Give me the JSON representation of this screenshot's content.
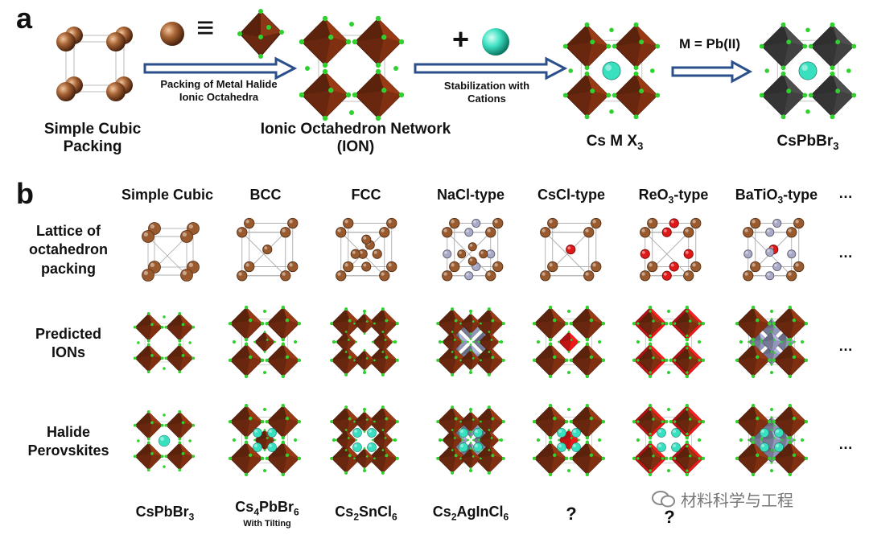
{
  "panel_a": {
    "letter": "a",
    "simple_cubic_label_line1": "Simple Cubic",
    "simple_cubic_label_line2": "Packing",
    "equals_sign": "≡",
    "arrow1_line1": "Packing of Metal Halide",
    "arrow1_line2": "Ionic Octahedra",
    "ion_label_line1": "Ionic Octahedron Network",
    "ion_label_line2": "(ION)",
    "plus_sign": "+",
    "arrow2_line1": "Stabilization with",
    "arrow2_line2": "Cations",
    "csmx3_prefix": "Cs M X",
    "csmx3_sub": "3",
    "arrow3_label": "M = Pb(II)",
    "cspbbr3_prefix": "CsPbBr",
    "cspbbr3_sub": "3"
  },
  "panel_b": {
    "letter": "b",
    "columns": [
      "Simple Cubic",
      "BCC",
      "FCC",
      "NaCl-type",
      "CsCl-type",
      "ReO",
      "BaTiO"
    ],
    "col_subs": {
      "reo3": "3",
      "batio3": "3",
      "reo3_suffix": "-type",
      "batio3_suffix": "-type"
    },
    "ellipsis": "…",
    "rows": [
      {
        "line1": "Lattice of",
        "line2": "octahedron",
        "line3": "packing"
      },
      {
        "line1": "Predicted",
        "line2": "IONs"
      },
      {
        "line1": "Halide",
        "line2": "Perovskites"
      }
    ],
    "bottom": [
      {
        "prefix": "CsPbBr",
        "sub": "3"
      },
      {
        "prefix": "Cs",
        "sub": "4",
        "mid": "PbBr",
        "sub2": "6",
        "note": "With Tilting"
      },
      {
        "prefix": "Cs",
        "sub": "2",
        "mid": "SnCl",
        "sub2": "6"
      },
      {
        "prefix": "Cs",
        "sub": "2",
        "mid": "AgInCl",
        "sub2": "6"
      },
      {
        "prefix": "?"
      },
      {
        "prefix": "?"
      }
    ]
  },
  "watermark": "材料科学与工程",
  "colors": {
    "octahedron": "#7a2e10",
    "octahedron_gray": "#3e3e3e",
    "halide": "#2fd12f",
    "cation": "#39e0c0",
    "copper_sphere": "#9a5a2e",
    "red_sphere": "#e01818",
    "gray_sphere": "#a9a9c8",
    "arrow_blue": "#2a4f8a"
  }
}
